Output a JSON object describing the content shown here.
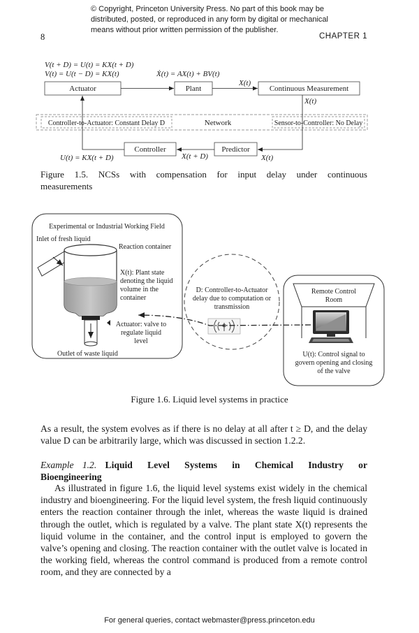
{
  "header": {
    "copyright_lines": [
      "© Copyright, Princeton University Press. No part of this book may be",
      "distributed, posted, or reproduced in any form by digital or mechanical",
      "means without prior written permission of the publisher."
    ],
    "page_number": "8",
    "chapter": "CHAPTER 1"
  },
  "figure15": {
    "eq_top1": "V(t + D) = U(t) = KX(t + D)",
    "eq_top2": "V(t) = U(t − D) = KX(t)",
    "eq_plant": "Ẋ(t) = AX(t) + BV(t)",
    "actuator": "Actuator",
    "plant": "Plant",
    "measurement": "Continuous Measurement",
    "x_label_1": "X(t)",
    "x_label_2": "X(t)",
    "x_label_3": "X(t)",
    "network": "Network",
    "c2a": "Controller-to-Actuator: Constant Delay D",
    "s2c": "Sensor-to-Controller: No Delay",
    "controller": "Controller",
    "predictor": "Predictor",
    "u_eq": "U(t) = KX(t + D)",
    "x_pred": "X(t + D)",
    "caption": "Figure 1.5. NCSs with compensation for input delay under continuous measurements"
  },
  "figure16": {
    "field_title": "Experimental or Industrial Working Field",
    "inlet": "Inlet of fresh liquid",
    "container": "Reaction container",
    "plant_state": [
      "X(t): Plant state",
      "denoting the liquid",
      "volume in the",
      "container"
    ],
    "actuator": [
      "Actuator: valve to",
      "regulate liquid",
      "level"
    ],
    "outlet": "Outlet of waste liquid",
    "delay": [
      "D: Controller-to-Actuator",
      "delay due to computation or",
      "transmission"
    ],
    "remote": [
      "Remote Control",
      "Room"
    ],
    "signal": [
      "U(t): Control signal to",
      "govern opening and closing",
      "of the valve"
    ],
    "caption": "Figure 1.6. Liquid level systems in practice"
  },
  "body": {
    "p1": "As a result, the system evolves as if there is no delay at all after t ≥ D, and the delay value D can be arbitrarily large, which was discussed in section 1.2.2.",
    "example_label": "Example 1.2.",
    "example_title": "Liquid Level Systems in Chemical Industry or Bioengineering",
    "p3": "As illustrated in figure 1.6, the liquid level systems exist widely in the chemical industry and bioengineering. For the liquid level system, the fresh liquid continuously enters the reaction container through the inlet, whereas the waste liquid is drained through the outlet, which is regulated by a valve. The plant state X(t) represents the liquid volume in the container, and the control input is employed to govern the valve’s opening and closing. The reaction container with the outlet valve is located in the working field, whereas the control command is produced from a remote control room, and they are connected by a"
  },
  "footer": "For general queries, contact webmaster@press.princeton.edu"
}
